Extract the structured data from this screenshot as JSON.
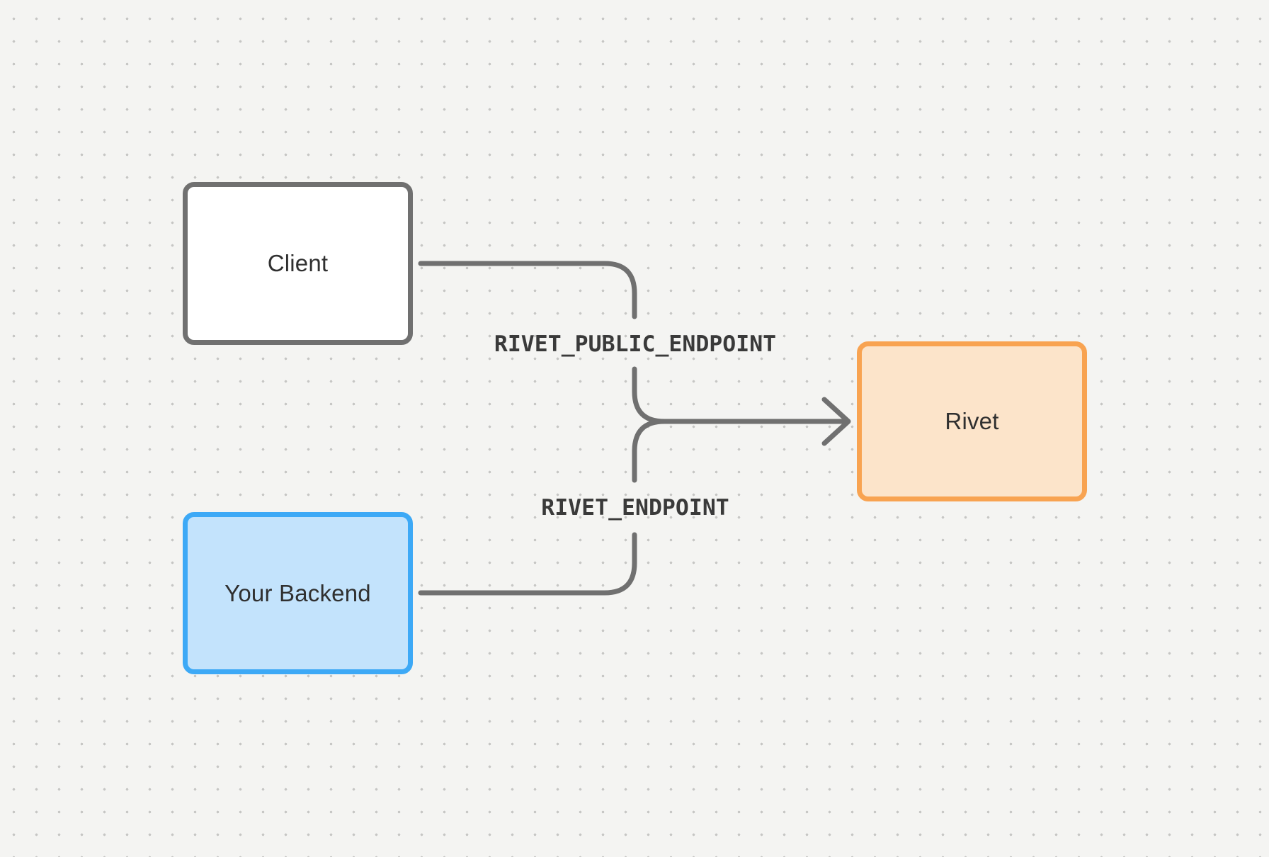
{
  "canvas": {
    "background_color": "#f4f4f2",
    "dot_color": "#c6c6c4"
  },
  "nodes": {
    "client": {
      "label": "Client",
      "fill": "#ffffff",
      "border": "#707070",
      "text": "#303030"
    },
    "backend": {
      "label": "Your Backend",
      "fill": "#c3e3fc",
      "border": "#3da9f6",
      "text": "#303030"
    },
    "rivet": {
      "label": "Rivet",
      "fill": "#fce4ca",
      "border": "#f8a351",
      "text": "#303030"
    }
  },
  "edges": {
    "line_color": "#707070",
    "label_color": "#3a3a3a",
    "public_endpoint_label": "RIVET_PUBLIC_ENDPOINT",
    "endpoint_label": "RIVET_ENDPOINT"
  }
}
